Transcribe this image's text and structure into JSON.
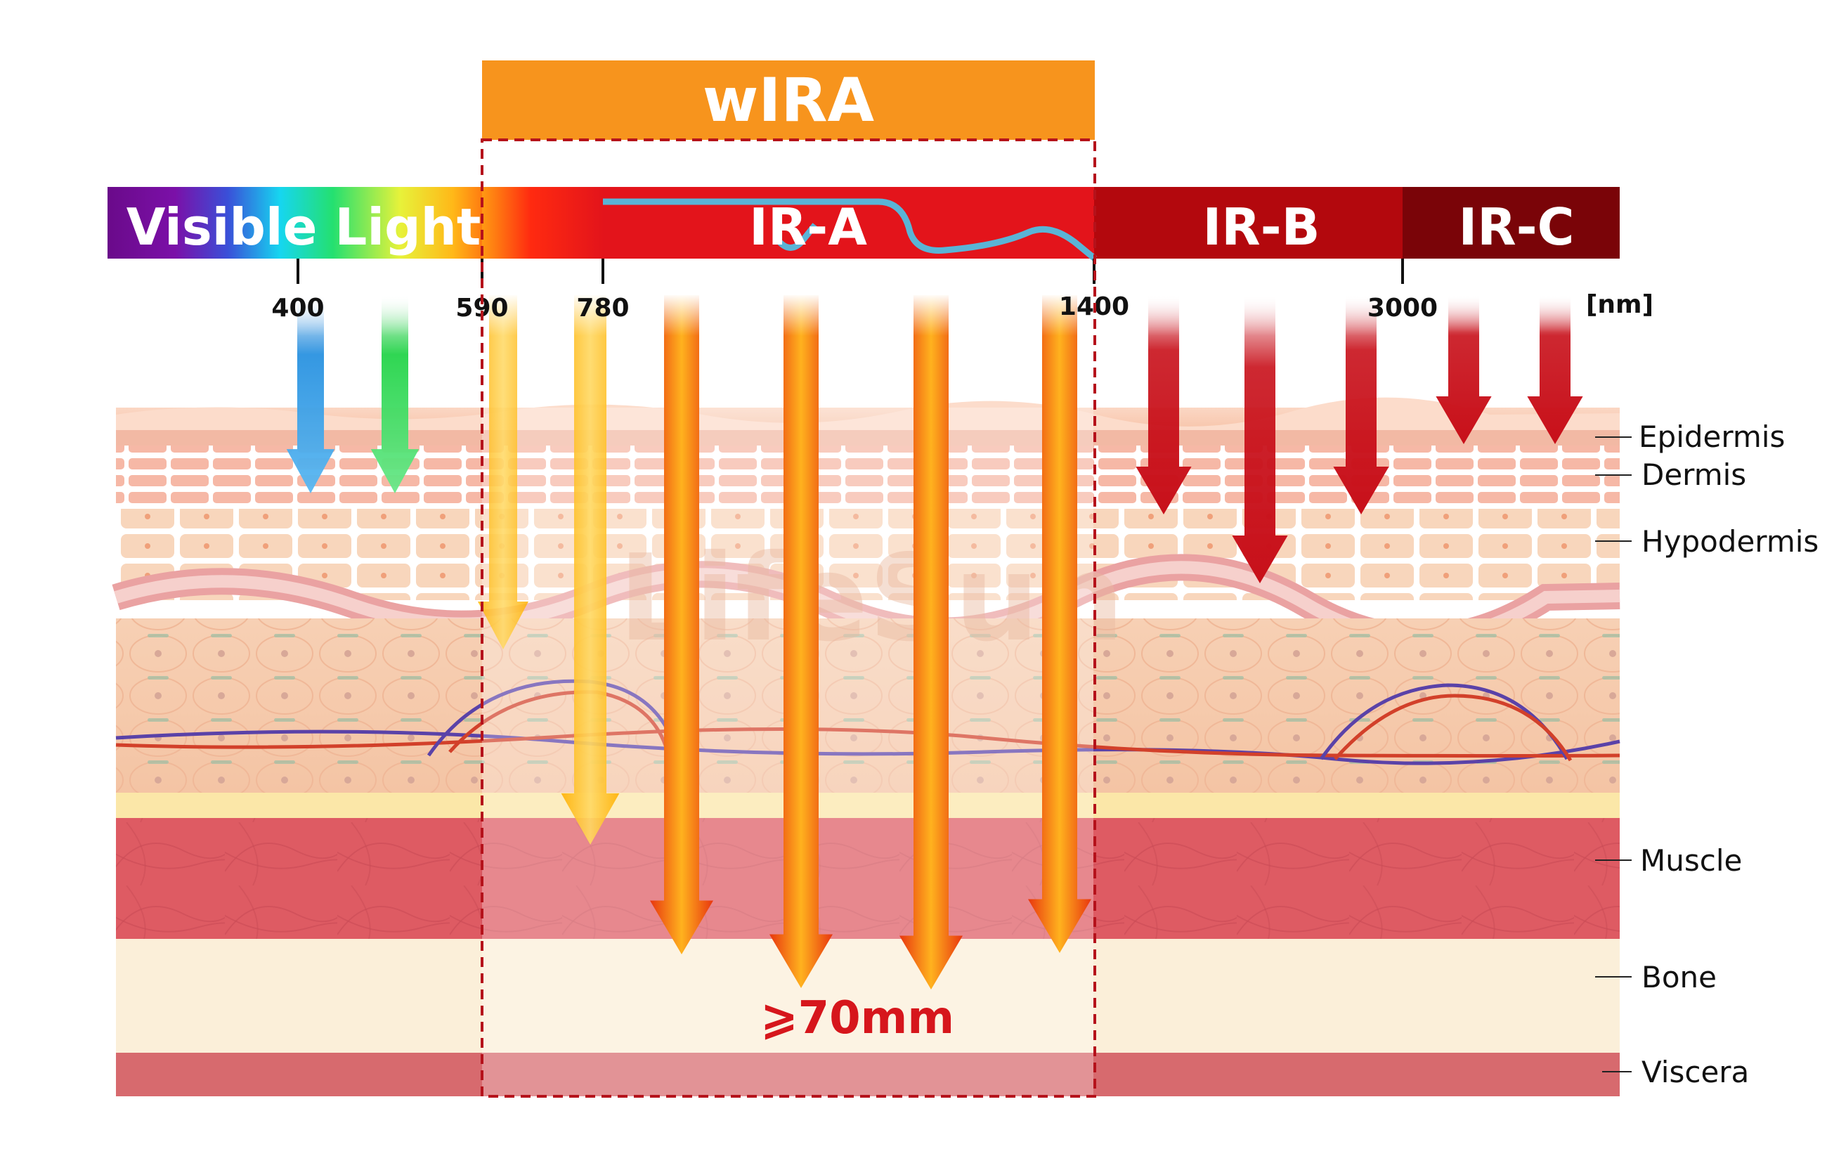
{
  "header": {
    "wira_label": "wIRA"
  },
  "spectrum": {
    "bands": [
      {
        "label": "Visible Light"
      },
      {
        "label": "IR-A"
      },
      {
        "label": "IR-B"
      },
      {
        "label": "IR-C"
      }
    ],
    "ticks": [
      "400",
      "590",
      "780",
      "1400",
      "3000"
    ],
    "unit": "[nm]"
  },
  "layers": [
    "Epidermis",
    "Dermis",
    "Hypodermis",
    "Muscle",
    "Bone",
    "Viscera"
  ],
  "depth_label": "⩾70mm",
  "watermark": "LifeSun",
  "colors": {
    "wira_orange": "#f7941d",
    "ira_red": "#e3141b",
    "irb_red": "#b3080d",
    "irc_red": "#7a0408",
    "curve_blue": "#5ab4d6",
    "dashed_red": "#b5121b"
  }
}
